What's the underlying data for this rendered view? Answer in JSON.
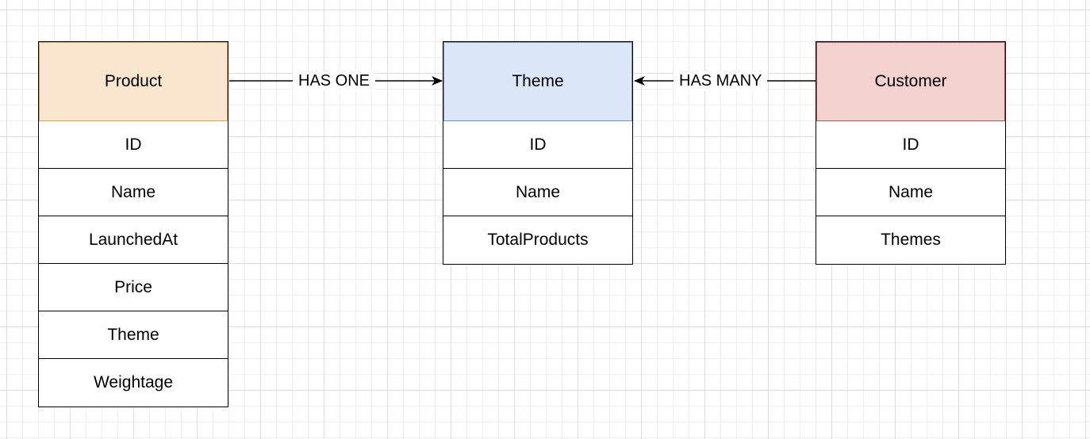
{
  "entities": {
    "product": {
      "name": "Product",
      "header_color": "#fae6cf",
      "border_color": "#d6a23d",
      "fields": [
        "ID",
        "Name",
        "LaunchedAt",
        "Price",
        "Theme",
        "Weightage"
      ]
    },
    "theme": {
      "name": "Theme",
      "header_color": "#dbe7f8",
      "border_color": "#6b8fc7",
      "fields": [
        "ID",
        "Name",
        "TotalProducts"
      ]
    },
    "customer": {
      "name": "Customer",
      "header_color": "#f2d1cf",
      "border_color": "#b85450",
      "fields": [
        "ID",
        "Name",
        "Themes"
      ]
    }
  },
  "relationships": [
    {
      "from": "Product",
      "to": "Theme",
      "label": "HAS ONE"
    },
    {
      "from": "Customer",
      "to": "Theme",
      "label": "HAS MANY"
    }
  ]
}
